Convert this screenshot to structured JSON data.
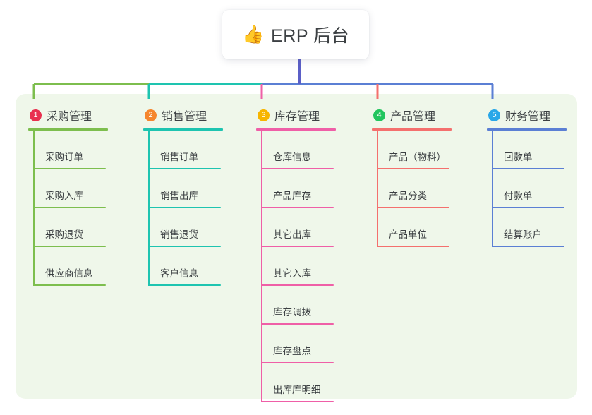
{
  "diagram": {
    "type": "mindmap",
    "root": {
      "icon": "thumbs-up-icon",
      "emoji": "👍",
      "label": "ERP 后台"
    },
    "panel_color": "#eff7ea",
    "stem_color": "#5b5fc7",
    "branches": [
      {
        "number": "1",
        "title": "采购管理",
        "badge_color": "#e8304f",
        "line_color": "#7dbe4e",
        "connector_color": "#7dbe4e",
        "items": [
          "采购订单",
          "采购入库",
          "采购退货",
          "供应商信息"
        ]
      },
      {
        "number": "2",
        "title": "销售管理",
        "badge_color": "#f5862e",
        "line_color": "#1ec4b0",
        "connector_color": "#1ec4b0",
        "items": [
          "销售订单",
          "销售出库",
          "销售退货",
          "客户信息"
        ]
      },
      {
        "number": "3",
        "title": "库存管理",
        "badge_color": "#f7b500",
        "line_color": "#ef5fa7",
        "connector_color": "#ef5fa7",
        "items": [
          "仓库信息",
          "产品库存",
          "其它出库",
          "其它入库",
          "库存调拨",
          "库存盘点",
          "出库库明细"
        ]
      },
      {
        "number": "4",
        "title": "产品管理",
        "badge_color": "#22c55e",
        "line_color": "#f4706e",
        "connector_color": "#f4706e",
        "items": [
          "产品（物料）",
          "产品分类",
          "产品单位"
        ]
      },
      {
        "number": "5",
        "title": "财务管理",
        "badge_color": "#29a7e8",
        "line_color": "#5b7fd4",
        "connector_color": "#5b7fd4",
        "items": [
          "回款单",
          "付款单",
          "结算账户"
        ]
      }
    ]
  }
}
